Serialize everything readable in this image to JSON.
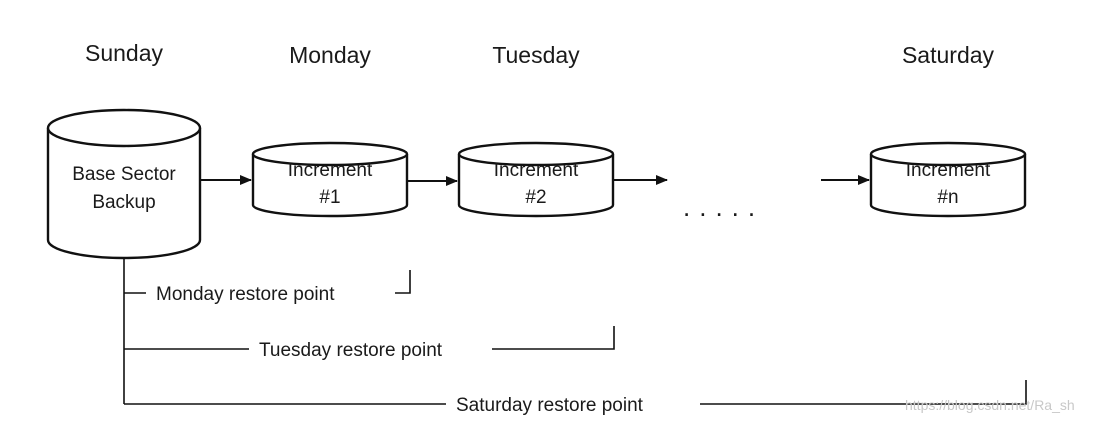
{
  "days": {
    "sunday": "Sunday",
    "monday": "Monday",
    "tuesday": "Tuesday",
    "saturday": "Saturday"
  },
  "base": {
    "line1": "Base Sector",
    "line2": "Backup"
  },
  "increments": [
    {
      "line1": "Increment",
      "line2": "#1"
    },
    {
      "line1": "Increment",
      "line2": "#2"
    },
    {
      "line1": "Increment",
      "line2": "#n"
    }
  ],
  "ellipsis": ".....",
  "restore_points": {
    "monday": "Monday restore point",
    "tuesday": "Tuesday restore point",
    "saturday": "Saturday restore point"
  },
  "watermark": "https://blog.csdn.net/Ra_sh"
}
